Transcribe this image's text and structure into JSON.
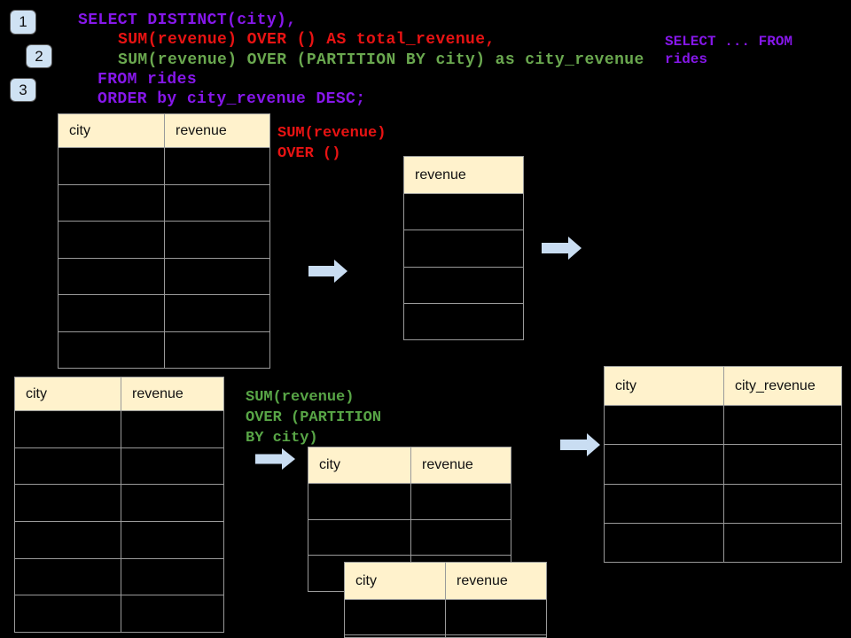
{
  "colors": {
    "background": "#000000",
    "table_header_fill": "#FFF2CC",
    "table_border": "#9a9a9a",
    "sql_purple": "#8617ea",
    "sql_red": "#e81313",
    "sql_green": "#6aa84f",
    "annotation_green": "#58a546",
    "badge_fill": "#cfe2f3",
    "arrow_fill": "#c9ddf2"
  },
  "badges": [
    {
      "label": "1"
    },
    {
      "label": "2"
    },
    {
      "label": "3"
    }
  ],
  "sql": {
    "line1": "SELECT DISTINCT(city),",
    "line2": "SUM(revenue) OVER () AS total_revenue,",
    "line3": "SUM(revenue) OVER (PARTITION BY city) as city_revenue",
    "line4": "FROM rides",
    "line5": "ORDER by city_revenue DESC;"
  },
  "side_note": {
    "line1": "SELECT ... FROM",
    "line2": "rides"
  },
  "annotations": {
    "total_revenue": {
      "line1": "SUM(revenue)",
      "line2": "OVER ()"
    },
    "city_revenue": {
      "line1": "SUM(revenue)",
      "line2": "OVER (PARTITION",
      "line3": "BY city)"
    }
  },
  "tables": {
    "source_top": {
      "columns": [
        "city",
        "revenue"
      ],
      "body_rows": 6
    },
    "revenue_only": {
      "columns": [
        "revenue"
      ],
      "body_rows": 4
    },
    "source_bottom": {
      "columns": [
        "city",
        "revenue"
      ],
      "body_rows": 6
    },
    "partition_mid": {
      "columns": [
        "city",
        "revenue"
      ],
      "body_rows": 3
    },
    "partition_overlay": {
      "columns": [
        "city",
        "revenue"
      ],
      "body_rows": 2
    },
    "result": {
      "columns": [
        "city",
        "city_revenue"
      ],
      "body_rows": 4
    }
  },
  "icons": {
    "flow_arrow": "arrow-right"
  }
}
